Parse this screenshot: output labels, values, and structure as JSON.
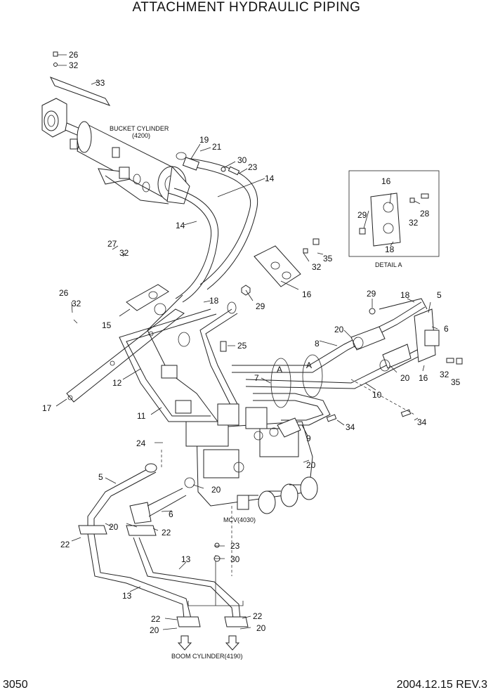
{
  "title": "ATTACHMENT HYDRAULIC PIPING",
  "page_number": "3050",
  "revision": "2004.12.15  REV.3",
  "notes": {
    "bucket_cylinder": "BUCKET CYLINDER",
    "bucket_cylinder_code": "(4200)",
    "mcv": "MCV(4030)",
    "boom_cylinder": "BOOM CYLINDER(4190)",
    "detail_a": "DETAIL A",
    "ref_a": "A"
  },
  "callouts": [
    {
      "id": "c26a",
      "text": "26"
    },
    {
      "id": "c32a",
      "text": "32"
    },
    {
      "id": "c33",
      "text": "33"
    },
    {
      "id": "c19",
      "text": "19"
    },
    {
      "id": "c21",
      "text": "21"
    },
    {
      "id": "c30a",
      "text": "30"
    },
    {
      "id": "c23a",
      "text": "23"
    },
    {
      "id": "c14a",
      "text": "14"
    },
    {
      "id": "c14b",
      "text": "14"
    },
    {
      "id": "c27",
      "text": "27"
    },
    {
      "id": "c32b",
      "text": "32"
    },
    {
      "id": "c26b",
      "text": "26"
    },
    {
      "id": "c32c",
      "text": "32"
    },
    {
      "id": "c15",
      "text": "15"
    },
    {
      "id": "c18a",
      "text": "18"
    },
    {
      "id": "c12",
      "text": "12"
    },
    {
      "id": "c17",
      "text": "17"
    },
    {
      "id": "c11",
      "text": "11"
    },
    {
      "id": "c25",
      "text": "25"
    },
    {
      "id": "c35a",
      "text": "35"
    },
    {
      "id": "c32d",
      "text": "32"
    },
    {
      "id": "c16a",
      "text": "16"
    },
    {
      "id": "c29a",
      "text": "29"
    },
    {
      "id": "c16b",
      "text": "16"
    },
    {
      "id": "c29b",
      "text": "29"
    },
    {
      "id": "c28",
      "text": "28"
    },
    {
      "id": "c32e",
      "text": "32"
    },
    {
      "id": "c18b",
      "text": "18"
    },
    {
      "id": "c29c",
      "text": "29"
    },
    {
      "id": "c18c",
      "text": "18"
    },
    {
      "id": "c5a",
      "text": "5"
    },
    {
      "id": "c6a",
      "text": "6"
    },
    {
      "id": "c20a",
      "text": "20"
    },
    {
      "id": "c8",
      "text": "8"
    },
    {
      "id": "c7",
      "text": "7"
    },
    {
      "id": "c20b",
      "text": "20"
    },
    {
      "id": "c16c",
      "text": "16"
    },
    {
      "id": "c32f",
      "text": "32"
    },
    {
      "id": "c35b",
      "text": "35"
    },
    {
      "id": "c10",
      "text": "10"
    },
    {
      "id": "c34a",
      "text": "34"
    },
    {
      "id": "c34b",
      "text": "34"
    },
    {
      "id": "c9",
      "text": "9"
    },
    {
      "id": "c24",
      "text": "24"
    },
    {
      "id": "c20c",
      "text": "20"
    },
    {
      "id": "c5b",
      "text": "5"
    },
    {
      "id": "c20d",
      "text": "20"
    },
    {
      "id": "c6b",
      "text": "6"
    },
    {
      "id": "c20e",
      "text": "20"
    },
    {
      "id": "c22a",
      "text": "22"
    },
    {
      "id": "c22b",
      "text": "22"
    },
    {
      "id": "c23b",
      "text": "23"
    },
    {
      "id": "c30b",
      "text": "30"
    },
    {
      "id": "c13a",
      "text": "13"
    },
    {
      "id": "c13b",
      "text": "13"
    },
    {
      "id": "c22c",
      "text": "22"
    },
    {
      "id": "c22d",
      "text": "22"
    },
    {
      "id": "c20f",
      "text": "20"
    },
    {
      "id": "c20g",
      "text": "20"
    }
  ]
}
